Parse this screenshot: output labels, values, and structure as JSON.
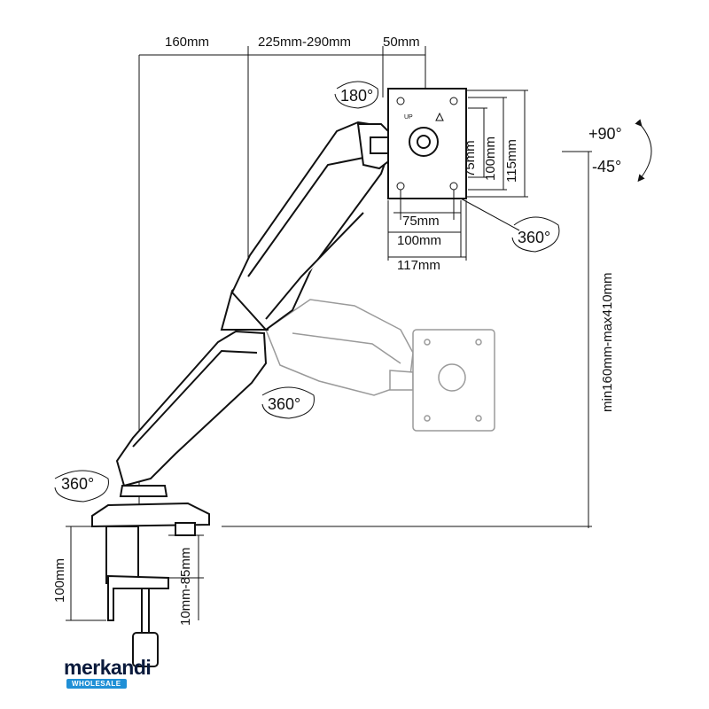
{
  "dimensions": {
    "reach_base": "160mm",
    "reach_arm": "225mm-290mm",
    "reach_head": "50mm",
    "vesa_h_75": "75mm",
    "vesa_h_100": "100mm",
    "plate_width": "117mm",
    "vesa_v_75": "75mm",
    "vesa_v_100": "100mm",
    "plate_height": "115mm",
    "height_range": "min160mm-max410mm",
    "clamp_height": "100mm",
    "desk_thickness": "10mm-85mm"
  },
  "rotations": {
    "head_swivel": "180°",
    "tilt_up": "+90°",
    "tilt_down": "-45°",
    "plate_rotation": "360°",
    "elbow_rotation": "360°",
    "base_rotation": "360°"
  },
  "plate_marks": {
    "up_label": "UP"
  },
  "logo": {
    "name": "merkandi",
    "tagline": "WHOLESALE"
  }
}
